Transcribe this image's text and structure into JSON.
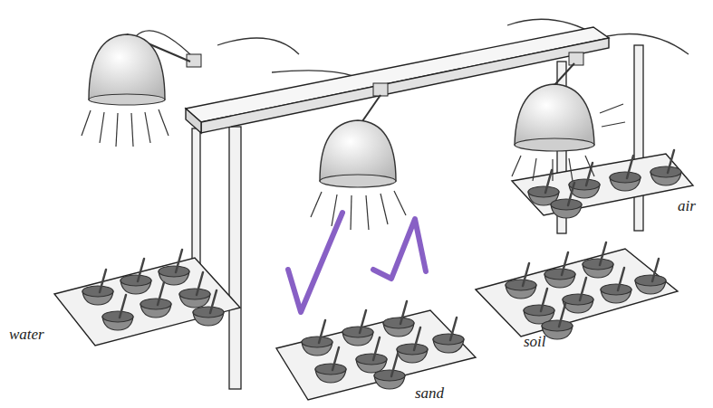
{
  "diagram": {
    "labels": [
      "water",
      "sand",
      "soil",
      "air"
    ]
  }
}
